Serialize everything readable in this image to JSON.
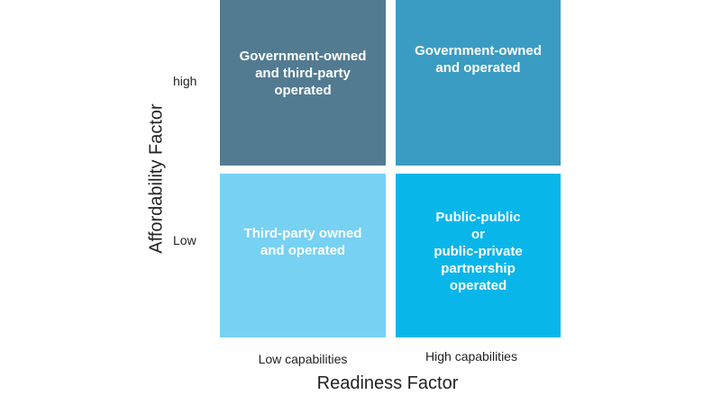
{
  "quadrants": {
    "top_left": {
      "label": "Government-owned\nand third-party\noperated",
      "color": "#527b92"
    },
    "top_right": {
      "label": "Government-owned\nand operated",
      "color": "#3a9cc3"
    },
    "bottom_left": {
      "label": "Third-party owned\nand operated",
      "color": "#77d1f2"
    },
    "bottom_right": {
      "label": "Public-public\nor\npublic-private\npartnership\noperated",
      "color": "#09b6ea"
    }
  },
  "y_axis": {
    "title": "Affordability Factor",
    "tick_high": "high",
    "tick_low": "Low"
  },
  "x_axis": {
    "title": "Readiness Factor",
    "tick_low": "Low capabilities",
    "tick_high": "High capabilities"
  }
}
